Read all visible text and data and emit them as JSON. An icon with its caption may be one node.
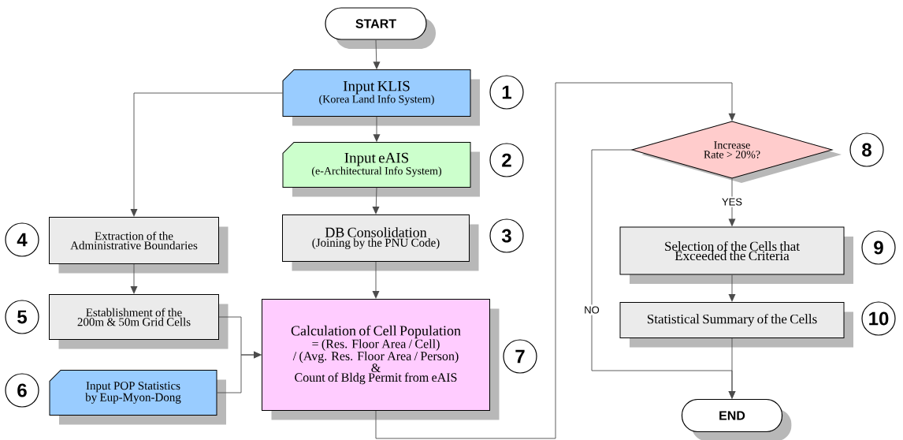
{
  "diagram": {
    "nodes": [
      {
        "text": [
          "START"
        ]
      },
      {
        "text": [
          "Input KLIS",
          "(Korea Land Info System)"
        ],
        "beside": [
          "1"
        ]
      },
      {
        "text": [
          "Input eAIS",
          "(e-Architectural Info System)"
        ],
        "beside": [
          "2"
        ]
      },
      {
        "text": [
          "DB Consolidation",
          "(Joining by the PNU Code)"
        ],
        "beside": [
          "3"
        ]
      },
      {
        "text": [
          "Extraction of the Administrative Boundaries"
        ],
        "beside": [
          "4"
        ]
      },
      {
        "text": [
          "Establishment of the 200m & 50m Grid Cells"
        ],
        "beside": [
          "5"
        ]
      },
      {
        "text": [
          "Input POP Statistics by Eup-Myon-Dong"
        ],
        "beside": [
          "6"
        ]
      },
      {
        "text": [
          "Calculation of Cell Population",
          "= (Res. Floor Area / Cell)",
          "/ (Avg. Res. Floor Area / Person)",
          "&",
          "Count of Bldg Permit from eAIS"
        ],
        "beside": [
          "7"
        ]
      },
      {
        "text": [
          "Increase Rate > 20%?"
        ],
        "beside": [
          "8"
        ]
      },
      {
        "text": [
          "Selection of the Cells that Exceeded the Criteria"
        ],
        "beside": [
          "9"
        ]
      },
      {
        "text": [
          "Statistical Summary of the Cells"
        ],
        "beside": [
          "10"
        ]
      },
      {
        "text": [
          "END"
        ]
      }
    ],
    "edges": [
      {
        "from": 0,
        "to": 1,
        "arrow": "to"
      },
      {
        "from": 1,
        "to": 2,
        "arrow": "to"
      },
      {
        "from": 1,
        "to": 4,
        "arrow": "to"
      },
      {
        "from": 2,
        "to": 3,
        "arrow": "to"
      },
      {
        "from": 3,
        "to": 7,
        "arrow": "to"
      },
      {
        "from": 4,
        "to": 5,
        "arrow": "to"
      },
      {
        "from": 5,
        "to": 7,
        "arrow": "to"
      },
      {
        "from": 6,
        "to": 7,
        "arrow": "to"
      },
      {
        "from": 7,
        "to": 8,
        "arrow": "to"
      },
      {
        "from": 8,
        "to": 9,
        "arrow": "to",
        "label": "YES"
      },
      {
        "from": 9,
        "to": 10,
        "arrow": "to"
      },
      {
        "from": 10,
        "to": 11,
        "arrow": "to"
      },
      {
        "from": 8,
        "to": 11,
        "arrow": "to",
        "label": "NO"
      }
    ]
  }
}
